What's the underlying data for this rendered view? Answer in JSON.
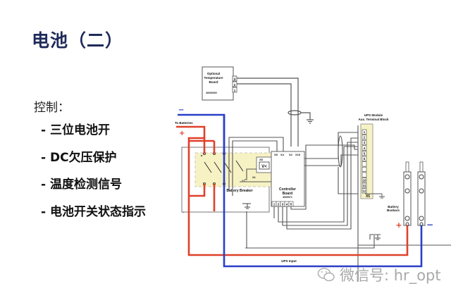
{
  "title": "电池（二）",
  "subheading": "控制：",
  "bullets": [
    "- 三位电池开",
    "- DC欠压保护",
    "- 温度检测信号",
    "- 电池开关状态指示"
  ],
  "diagram": {
    "temp_board": {
      "line1": "Optional",
      "line2": "Temperature",
      "line3": "Board",
      "part": "4000000V",
      "pins": [
        "3",
        "2",
        "1"
      ]
    },
    "to_batteries": "To Batteries",
    "minus": "−",
    "plus": "+",
    "breaker_label": "Battery Breaker",
    "breaker_terms": [
      "a",
      "X5",
      "V<",
      "24",
      "21"
    ],
    "controller": {
      "line1": "Controller",
      "line2": "Board",
      "part": "4000071",
      "top_pins": [
        "X5",
        "X4",
        "X2",
        "X10"
      ],
      "bottom_pins": [
        "1",
        "2",
        "3",
        "4",
        "5"
      ]
    },
    "ups_block": {
      "line1": "UPS Module",
      "line2": "Aux. Terminal Block",
      "pins": [
        "1",
        "2",
        "3",
        "4",
        "5",
        "6",
        "",
        "",
        "",
        "10",
        "11",
        "12"
      ],
      "name": "X5"
    },
    "busbars_label": [
      "Battery",
      "Busbars"
    ],
    "ups_input": "UPS Input"
  },
  "watermark": "微信号: hr_opt",
  "colors": {
    "title": "#1f2a5a",
    "positive": "#e0402a",
    "negative": "#2a3fc8",
    "wire": "#555555",
    "breaker_fill": "#f7f2c4"
  }
}
